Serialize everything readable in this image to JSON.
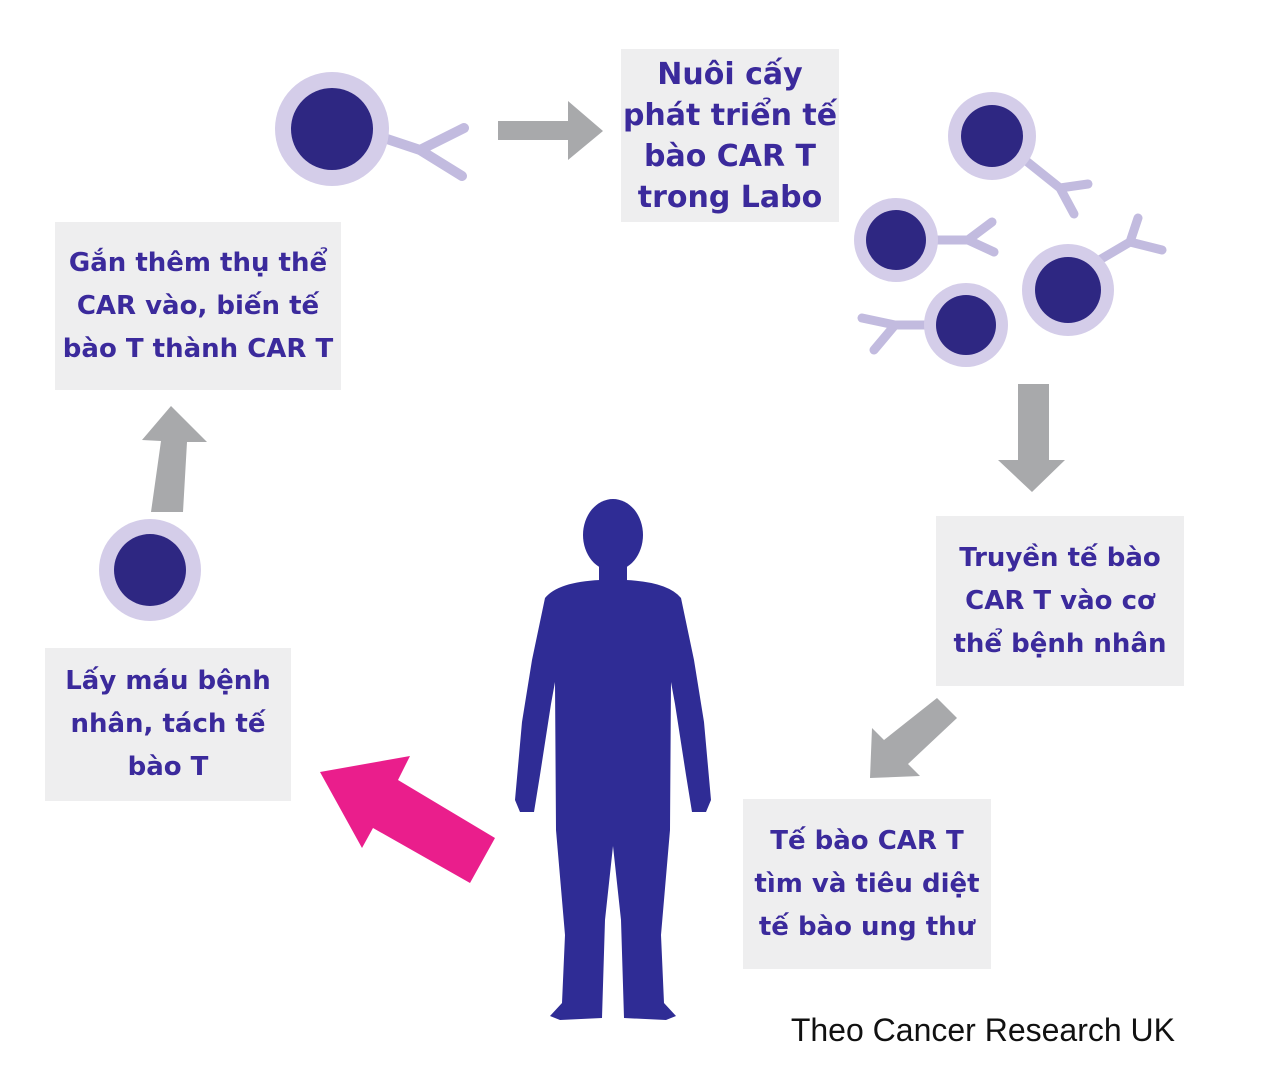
{
  "colors": {
    "cell_core": "#2e2782",
    "cell_ring": "#d4cde9",
    "receptor": "#c2bbdf",
    "flow_arrow": "#a8a9ab",
    "highlight_arrow": "#ea1e8c",
    "human_figure": "#2f2c95",
    "box_fill": "#eeeeef",
    "box_text": "#3b2a9c"
  },
  "steps": {
    "collect": "Lấy máu bệnh\nnhân, tách tế\nbào T",
    "attach": "Gắn thêm thụ thể\nCAR vào, biến tế\nbào T thành CAR T",
    "grow": "Nuôi cấy\nphát triển tế\nbào CAR T\ntrong Labo",
    "infuse": "Truyền tế bào\nCAR T vào cơ\nthể bệnh nhân",
    "attack": "Tế bào CAR T\ntìm và tiêu diệt\ntế bào ung thư"
  },
  "source": "Theo Cancer Research UK"
}
